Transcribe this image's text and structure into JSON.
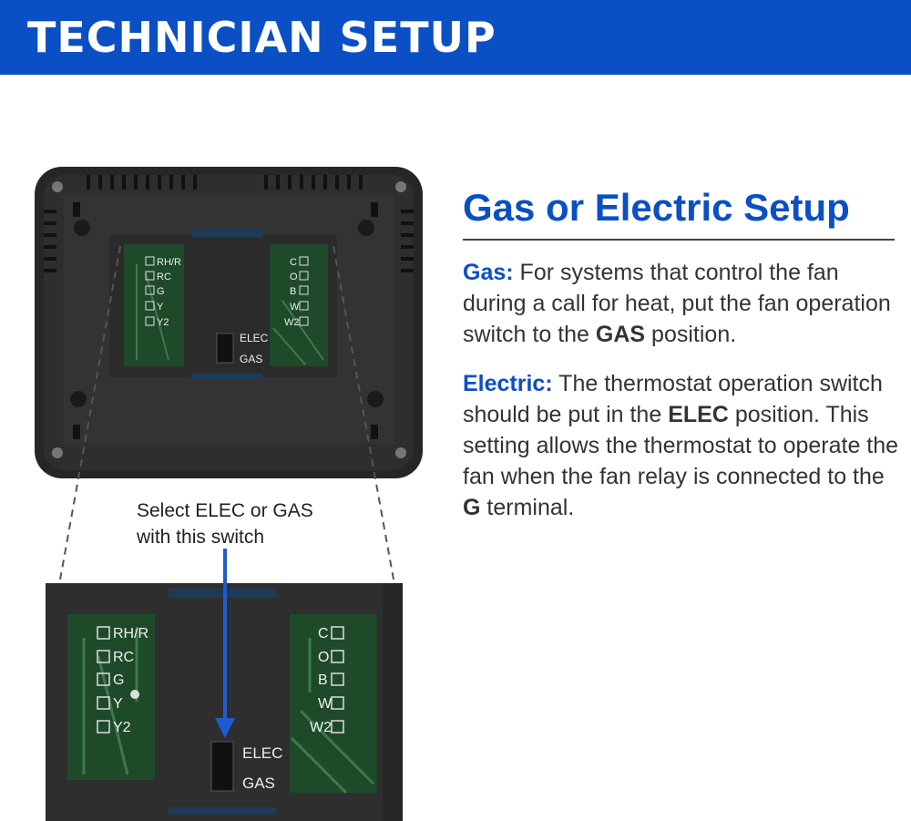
{
  "header": {
    "title": "TECHNICIAN SETUP"
  },
  "setup": {
    "title": "Gas or Electric Setup",
    "gas": {
      "lead": "Gas:",
      "text_before": "For systems that control the fan during a call for heat, put the fan operation switch to the",
      "bold": "GAS",
      "text_after": "position."
    },
    "electric": {
      "lead": "Electric:",
      "text_before": "The thermostat operation switch should be put in the",
      "bold": "ELEC",
      "text_middle": "position. This setting allows the thermostat to operate the fan when the fan relay is connected to the",
      "bold2": "G",
      "text_after": "terminal."
    }
  },
  "device": {
    "caption_line1": "Select ELEC or GAS",
    "caption_line2": "with this switch",
    "switch_labels": [
      "ELEC",
      "GAS"
    ],
    "left_terminals": [
      "RH/R",
      "RC",
      "G",
      "Y",
      "Y2"
    ],
    "right_terminals": [
      "C",
      "O",
      "B",
      "W",
      "W2"
    ],
    "colors": {
      "brand_blue": "#0b4fc4",
      "device_body": "#2a2a2a",
      "pcb_green": "#1f4a2a"
    },
    "icons": [
      "screw-icon",
      "terminal-screw-icon",
      "arrow-down-icon"
    ]
  }
}
